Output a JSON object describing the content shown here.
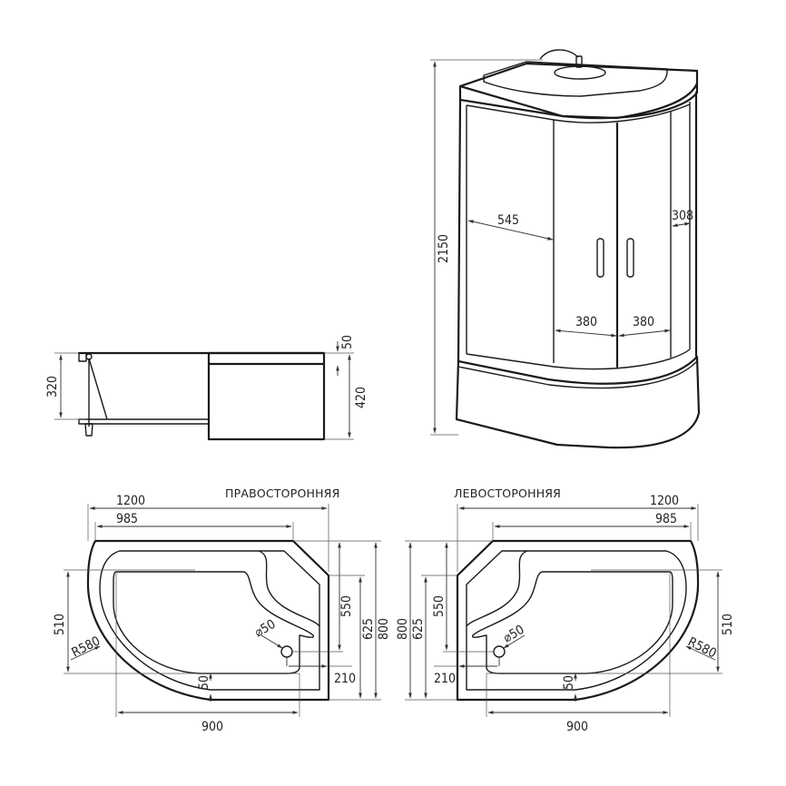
{
  "drawing": {
    "type": "technical dimension drawing",
    "subject": "shower cabin with bathtub tray",
    "units": "mm",
    "stroke_color": "#1a1a1a",
    "background": "#ffffff"
  },
  "cabin_view": {
    "height": "2150",
    "left_panel_width": "545",
    "right_panel_width": "308",
    "door_left_width": "380",
    "door_right_width": "380"
  },
  "side_view": {
    "inner_depth": "320",
    "rim_height": "50",
    "total_height": "420"
  },
  "right_hand_plan": {
    "title": "ПРАВОСТОРОННЯЯ",
    "overall_length": "1200",
    "top_straight_length": "985",
    "inner_width": "510",
    "radius": "R580",
    "drain_diameter": "⌀50",
    "seat_depth": "550",
    "side_depth": "625",
    "overall_width": "800",
    "drain_offset": "210",
    "rim_offset": "50",
    "basin_length": "900"
  },
  "left_hand_plan": {
    "title": "ЛЕВОСТОРОННЯЯ",
    "overall_length": "1200",
    "top_straight_length": "985",
    "inner_width": "510",
    "radius": "R580",
    "drain_diameter": "⌀50",
    "seat_depth": "550",
    "side_depth": "625",
    "overall_width": "800",
    "drain_offset": "210",
    "rim_offset": "50",
    "basin_length": "900"
  }
}
